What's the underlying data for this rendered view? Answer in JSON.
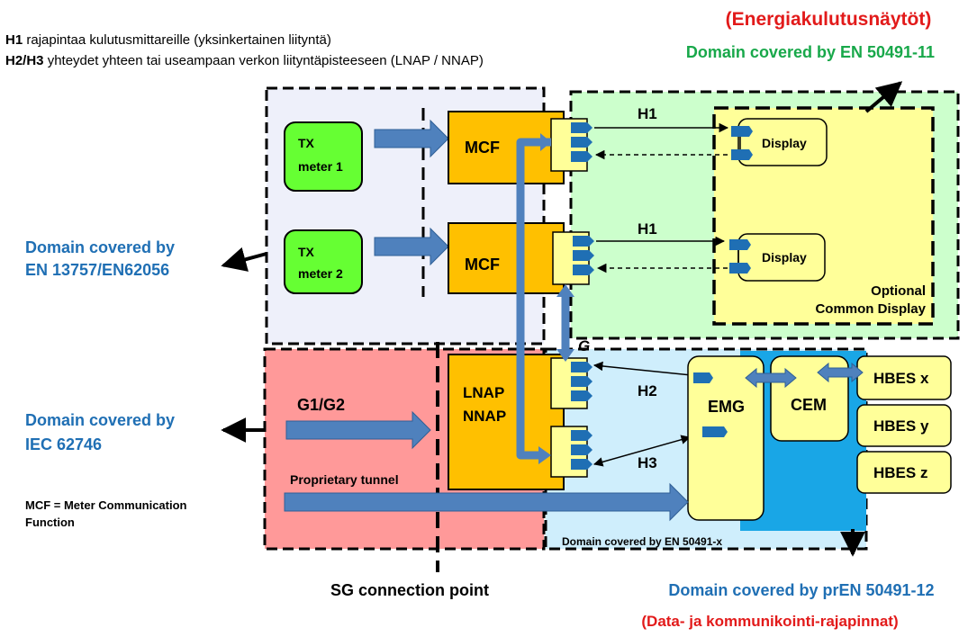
{
  "notes": {
    "h1_key": "H1",
    "h1_text": " rajapintaa kulutusmittareille (yksinkertainen liityntä)",
    "h23_key": "H2/H3",
    "h23_text": " yhteydet yhteen tai useampaan verkon liityntäpisteeseen (LNAP / NNAP)"
  },
  "headers": {
    "finnish_top": "(Energiakulutusnäytöt)",
    "domain_en50491_11": "Domain covered by EN 50491-11",
    "domain_en13757_l1": "Domain covered by",
    "domain_en13757_l2": "EN 13757/EN62056",
    "domain_iec_l1": "Domain covered by",
    "domain_iec_l2": "IEC 62746",
    "domain_pren": "Domain covered by prEN 50491-12",
    "finnish_bottom": "(Data- ja kommunikointi-rajapinnat)",
    "sg_point": "SG connection point"
  },
  "blocks": {
    "tx1_l1": "TX",
    "tx1_l2": "meter 1",
    "tx2_l1": "TX",
    "tx2_l2": "meter 2",
    "mcf1": "MCF",
    "mcf2": "MCF",
    "lnap": "LNAP",
    "nnap": "NNAP",
    "display1": "Display",
    "display2": "Display",
    "optional_l1": "Optional",
    "optional_l2": "Common Display",
    "emg": "EMG",
    "cem": "CEM",
    "hbes_x": "HBES x",
    "hbes_y": "HBES y",
    "hbes_z": "HBES z"
  },
  "links": {
    "h1_top": "H1",
    "h1_mid": "H1",
    "h2": "H2",
    "h3": "H3",
    "g1g2": "G1/G2",
    "g": "G",
    "tunnel": "Proprietary tunnel",
    "en50491x": "Domain covered by EN 50491-x"
  },
  "footnote": {
    "l1": "MCF = Meter Communication",
    "l2": "Function"
  },
  "colors": {
    "blue_text": "#1f6fb4",
    "green_text": "#18a84a",
    "red_text": "#e21a1a",
    "arrow_blue": "#4f81bd",
    "orange": "#ffc000",
    "lime": "#66ff33",
    "light_yellow": "#ffff99",
    "port_blue": "#1f6fb4",
    "light_green": "#ccffcc",
    "light_blue": "#cfeefc",
    "salmon": "#ff9999",
    "lavender": "#eef0fa",
    "cyan": "#19a6e6"
  }
}
